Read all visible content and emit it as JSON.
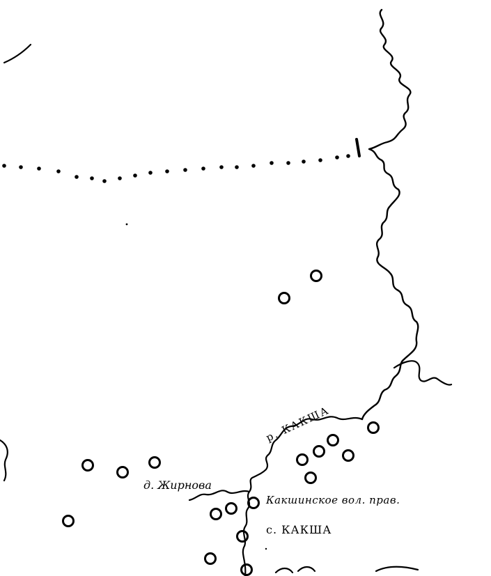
{
  "map": {
    "ink_color": "#000000",
    "background_color": "#ffffff",
    "labels": {
      "river": "р. КАКША",
      "village_zhirnova": "д. Жирнова",
      "volost_office": "Какшинское вол. прав.",
      "village_kaksha": "с. КАКША"
    },
    "boundary_marker": "I",
    "settlement_symbol": "circle-marker"
  }
}
